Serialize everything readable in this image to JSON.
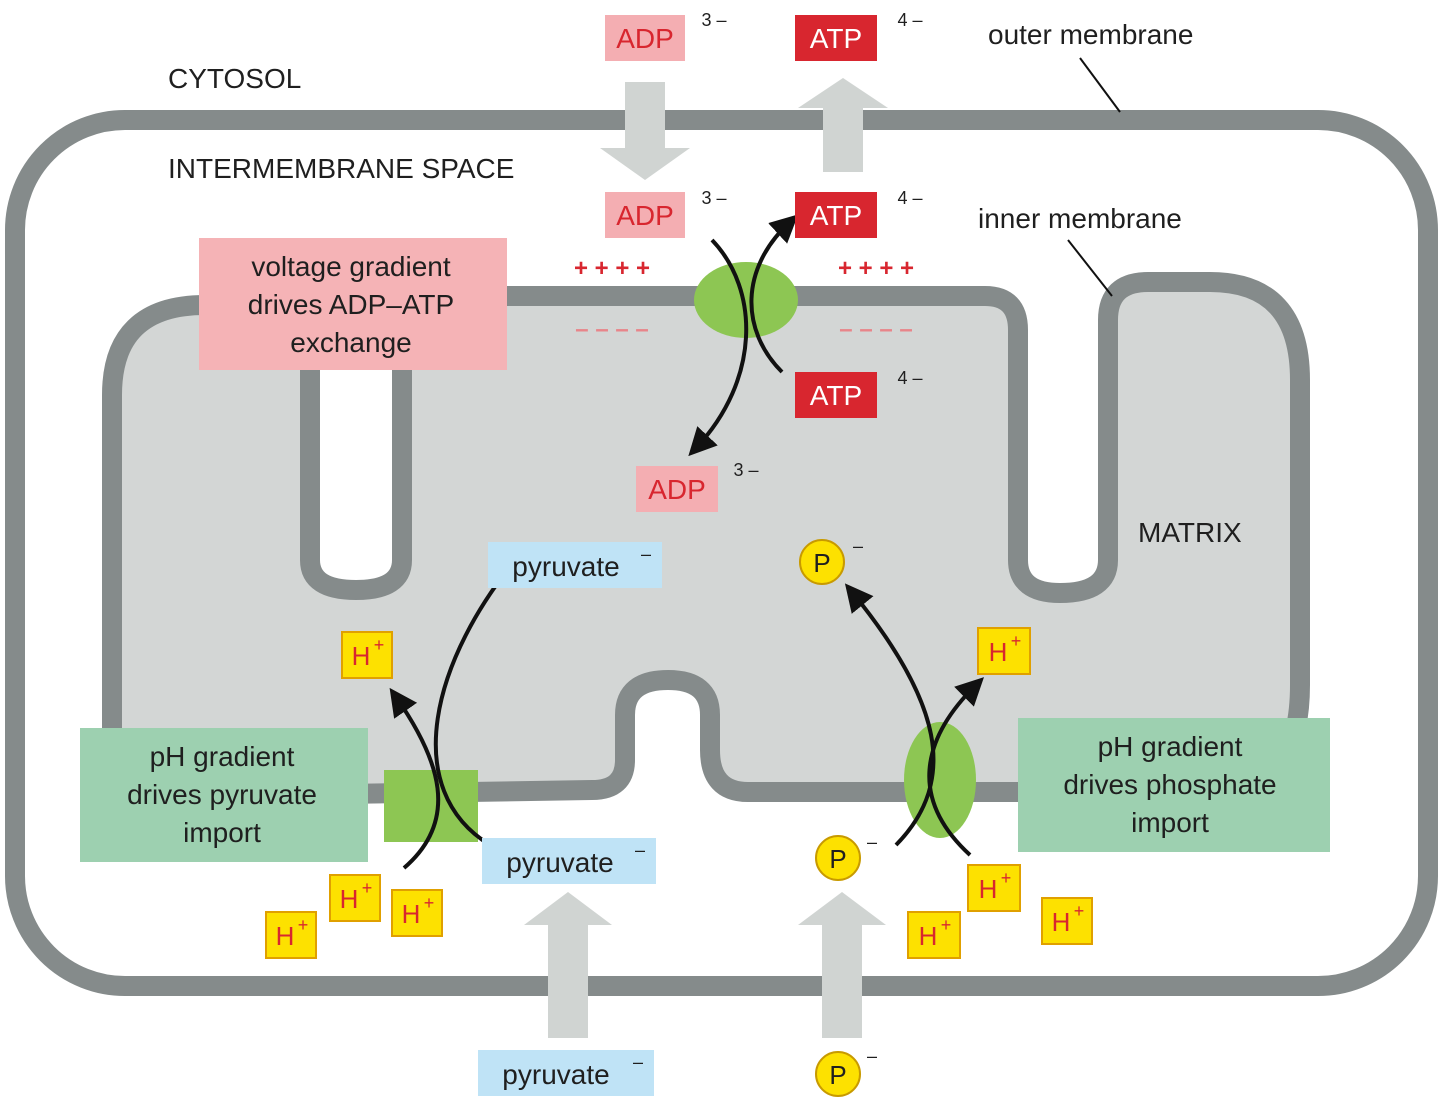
{
  "labels": {
    "cytosol": "CYTOSOL",
    "intermembrane_space": "INTERMEMBRANE SPACE",
    "matrix": "MATRIX",
    "outer_membrane": "outer membrane",
    "inner_membrane": "inner membrane"
  },
  "charges": {
    "plus": "+ + + +",
    "minus": "– – – –",
    "three_minus": "3 –",
    "four_minus": "4 –",
    "single_minus": "–"
  },
  "molecules": {
    "adp": "ADP",
    "atp": "ATP",
    "pyruvate": "pyruvate",
    "proton_h": "H",
    "proton_plus": "+",
    "phosphate": "P"
  },
  "callouts": {
    "voltage": [
      "voltage gradient",
      "drives ADP–ATP",
      "exchange"
    ],
    "ph_pyruvate": [
      "pH gradient",
      "drives pyruvate",
      "import"
    ],
    "ph_phosphate": [
      "pH gradient",
      "drives phosphate",
      "import"
    ]
  },
  "colors": {
    "membrane": "#858b8b",
    "matrix": "#d3d6d5",
    "arrow_gray": "#d0d4d2",
    "transporter": "#8dc653",
    "adp_fill": "#f4aeb2",
    "adp_text": "#d8262f",
    "atp_fill": "#d8262f",
    "pyruvate_fill": "#bfe3f6",
    "proton_fill": "#fde100",
    "proton_text": "#d8262f",
    "callout_red": "#f5b3b6",
    "callout_green": "#9dd0b0"
  }
}
